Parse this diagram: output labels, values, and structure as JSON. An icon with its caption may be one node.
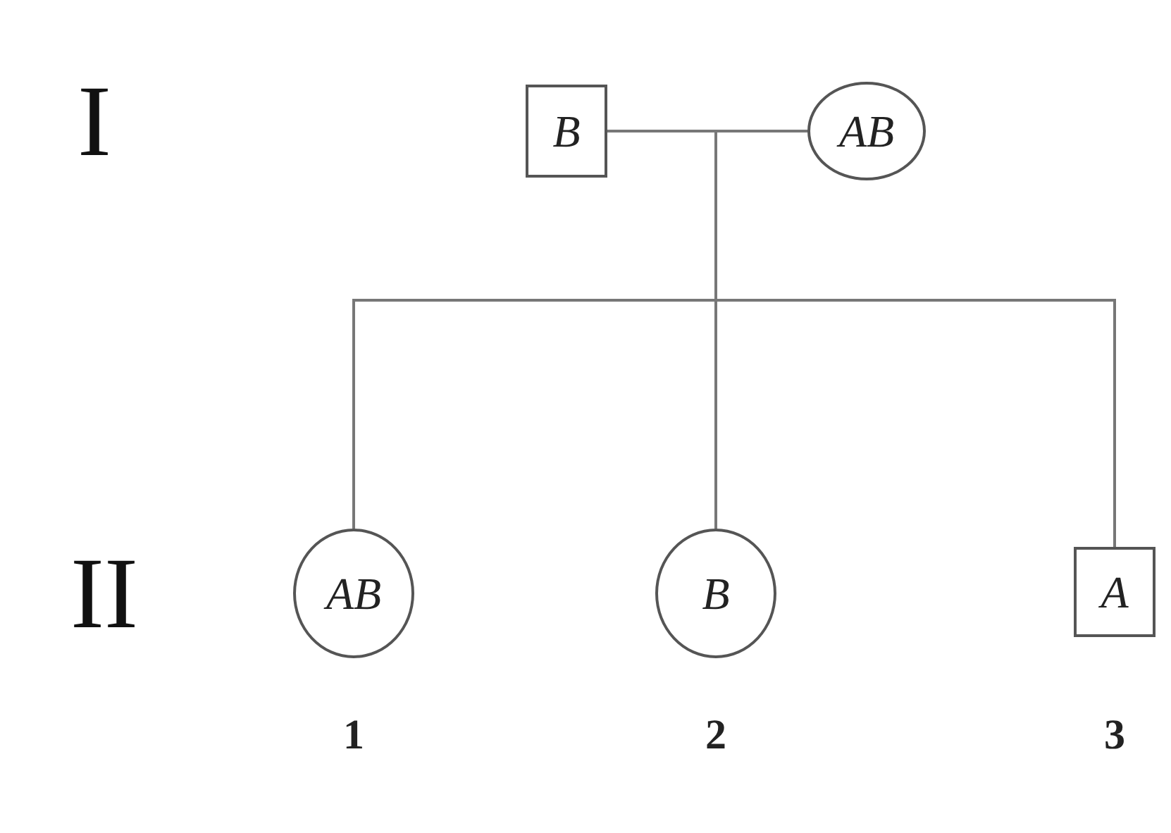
{
  "diagram": {
    "nodes": [
      {
        "text": [
          "B"
        ]
      },
      {
        "text": [
          "AB"
        ]
      },
      {
        "text": [
          "AB"
        ],
        "beside": [
          "1"
        ]
      },
      {
        "text": [
          "B"
        ],
        "beside": [
          "2"
        ]
      },
      {
        "text": [
          "A"
        ],
        "beside": [
          "3"
        ]
      }
    ],
    "edges": [
      {
        "from": 0,
        "to": 1,
        "arrow": "none"
      },
      {
        "from": 0,
        "to": 2,
        "arrow": "none"
      },
      {
        "from": 1,
        "to": 2,
        "arrow": "none"
      },
      {
        "from": 0,
        "to": 3,
        "arrow": "none"
      },
      {
        "from": 1,
        "to": 3,
        "arrow": "none"
      },
      {
        "from": 0,
        "to": 4,
        "arrow": "none"
      },
      {
        "from": 1,
        "to": 4,
        "arrow": "none"
      }
    ],
    "labels": [
      "I",
      "II"
    ]
  }
}
